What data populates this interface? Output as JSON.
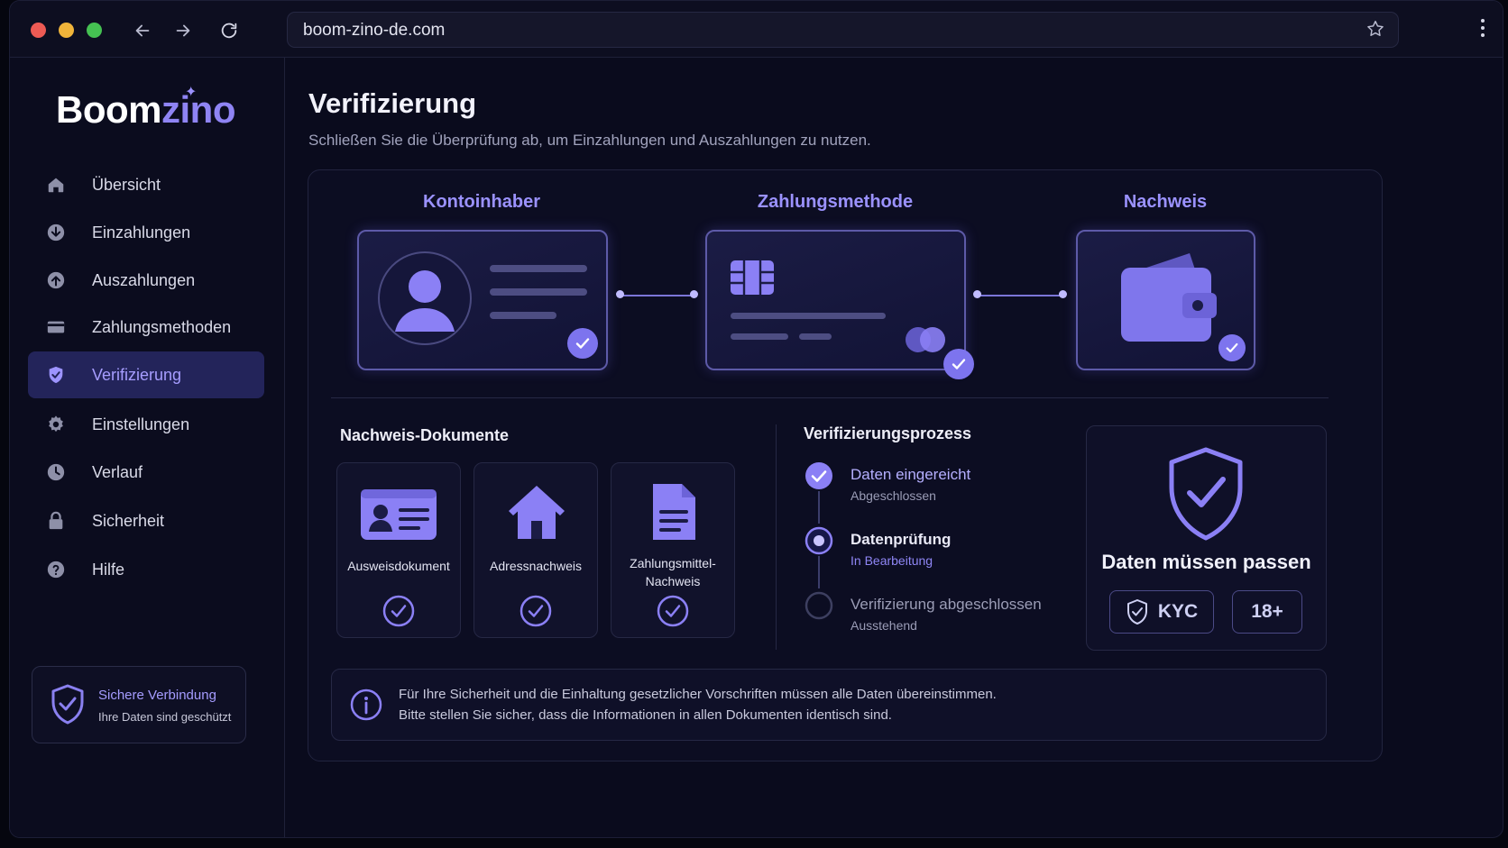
{
  "browser": {
    "url": "boom-zino-de.com"
  },
  "brand": {
    "logo_part1": "Boom",
    "logo_part2": "zino",
    "accent_color": "#8f84f4"
  },
  "sidebar": {
    "items": [
      {
        "label": "Übersicht",
        "icon": "home-icon"
      },
      {
        "label": "Einzahlungen",
        "icon": "download-circle-icon"
      },
      {
        "label": "Auszahlungen",
        "icon": "upload-circle-icon"
      },
      {
        "label": "Zahlungsmethoden",
        "icon": "credit-card-icon"
      },
      {
        "label": "Verifizierung",
        "icon": "shield-check-icon",
        "active": true
      },
      {
        "label": "Einstellungen",
        "icon": "gear-icon"
      },
      {
        "label": "Verlauf",
        "icon": "clock-icon"
      },
      {
        "label": "Sicherheit",
        "icon": "lock-icon"
      },
      {
        "label": "Hilfe",
        "icon": "help-circle-icon"
      }
    ],
    "secure": {
      "title": "Sichere Verbindung",
      "subtitle": "Ihre Daten sind geschützt"
    }
  },
  "main": {
    "title": "Verifizierung",
    "subtitle": "Schließen Sie die Überprüfung ab, um Einzahlungen und Auszahlungen zu nutzen.",
    "steps": [
      {
        "label": "Kontoinhaber",
        "icon": "user-profile-icon",
        "completed": true
      },
      {
        "label": "Zahlungsmethode",
        "icon": "credit-card-icon",
        "completed": true
      },
      {
        "label": "Nachweis",
        "icon": "wallet-icon",
        "completed": true
      }
    ],
    "documents": {
      "title": "Nachweis-Dokumente",
      "items": [
        {
          "label": "Ausweisdokument",
          "icon": "id-card-icon",
          "checked": true
        },
        {
          "label": "Adressnachweis",
          "icon": "house-icon",
          "checked": true
        },
        {
          "label_line1": "Zahlungsmittel-",
          "label_line2": "Nachweis",
          "icon": "document-icon",
          "checked": true
        }
      ]
    },
    "process": {
      "title": "Verifizierungsprozess",
      "steps": [
        {
          "title": "Daten eingereicht",
          "status": "Abgeschlossen",
          "state": "done"
        },
        {
          "title": "Datenprüfung",
          "status": "In Bearbeitung",
          "state": "active"
        },
        {
          "title": "Verifizierung abgeschlossen",
          "status": "Ausstehend",
          "state": "pending"
        }
      ]
    },
    "trust": {
      "title": "Daten müssen passen",
      "badge_kyc": "KYC",
      "badge_age": "18+"
    },
    "info": {
      "line1": "Für Ihre Sicherheit und die Einhaltung gesetzlicher Vorschriften müssen alle Daten übereinstimmen.",
      "line2": "Bitte stellen Sie sicher, dass die Informationen in allen Dokumenten identisch sind."
    }
  }
}
